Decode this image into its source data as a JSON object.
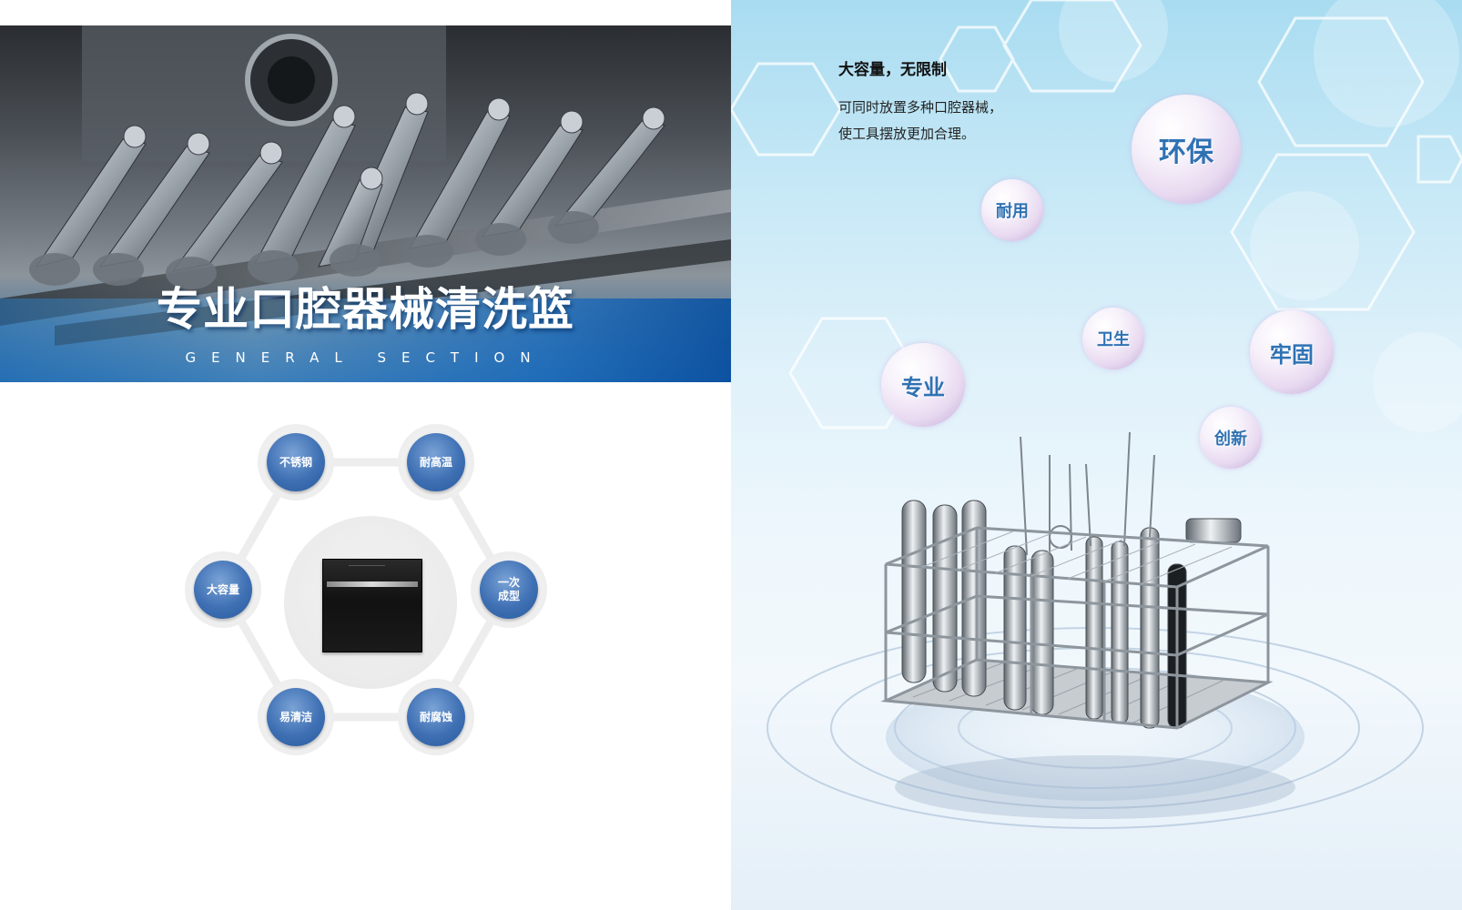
{
  "left": {
    "hero": {
      "title": "专业口腔器械清洗篮",
      "subtitle": "GENERAL SECTION"
    },
    "features": [
      "不锈钢",
      "耐高温",
      "一次\n成型",
      "耐腐蚀",
      "易清洁",
      "大容量"
    ],
    "feature_labels": {
      "stainless": "不锈钢",
      "heat": "耐高温",
      "molded_line1": "一次",
      "molded_line2": "成型",
      "corrosion": "耐腐蚀",
      "easy_clean": "易清洁",
      "capacity": "大容量"
    }
  },
  "right": {
    "heading": "大容量，无限制",
    "description_line1": "可同时放置多种口腔器械，",
    "description_line2": "使工具摆放更加合理。",
    "bubbles": {
      "eco": "环保",
      "durable": "耐用",
      "hygiene": "卫生",
      "sturdy": "牢固",
      "professional": "专业",
      "innovation": "创新"
    }
  },
  "colors": {
    "accent_blue": "#3f70b4",
    "bubble_text": "#2f72b3",
    "hero_blue": "#1f64a8"
  }
}
